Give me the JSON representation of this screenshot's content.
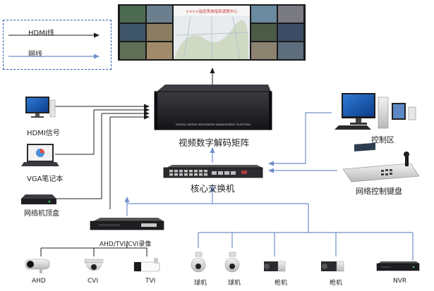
{
  "legend": {
    "hdmi_line": "HDMI线",
    "network_line": "网线"
  },
  "video_wall": {
    "banner": "××××监控系统指挥调度中心"
  },
  "matrix": {
    "panel_text": "DIGITAL MATRIX INTEGRATED MANAGEMENT PLATFORM",
    "label": "视频数字解码矩阵"
  },
  "switch": {
    "label": "核心交换机"
  },
  "control_area": {
    "label": "控制区"
  },
  "keyboard": {
    "label": "网络控制键盘"
  },
  "left_sources": [
    {
      "label": "HDMI信号"
    },
    {
      "label": "VGA笔记本"
    },
    {
      "label": "网络机顶盒"
    }
  ],
  "dvr": {
    "label": "AHD/TVI/CVI录像"
  },
  "cameras": [
    {
      "label": "AHD",
      "icon": "bullet-camera-icon"
    },
    {
      "label": "CVI",
      "icon": "dome-camera-icon"
    },
    {
      "label": "TVI",
      "icon": "bullet-camera-icon"
    },
    {
      "label": "球机",
      "icon": "ptz-camera-icon"
    },
    {
      "label": "球机",
      "icon": "ptz-camera-icon"
    },
    {
      "label": "枪机",
      "icon": "box-camera-icon"
    },
    {
      "label": "枪机",
      "icon": "box-camera-icon"
    },
    {
      "label": "NVR",
      "icon": "nvr-icon"
    }
  ],
  "colors": {
    "line": "#1c1c1c",
    "legend_border": "#2b5ea8",
    "network_blue": "#6f8fc8",
    "device_dark": "#1f1f23"
  }
}
